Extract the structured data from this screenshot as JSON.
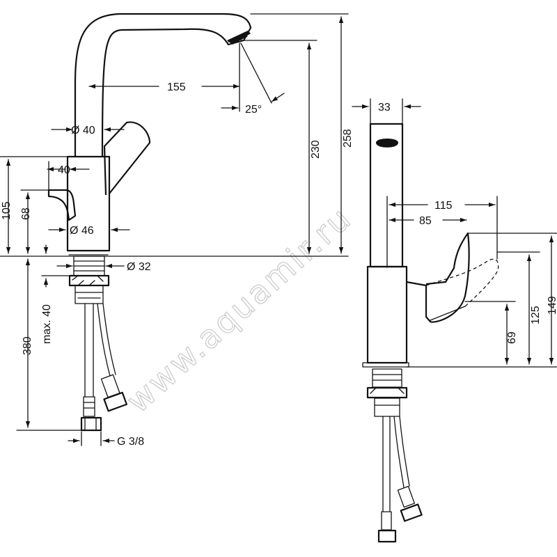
{
  "watermark": "www.aquamir.ru",
  "dimensions": {
    "spout_reach": "155",
    "outlet_angle": "25°",
    "spout_height": "230",
    "total_height": "258",
    "spout_dia": "Ø 40",
    "lever_width": "40",
    "body_height": "105",
    "lever_height": "68",
    "body_dia": "Ø 46",
    "thread_dia": "Ø 32",
    "max_counter": "max. 40",
    "hose_length": "380",
    "connection": "G 3/8",
    "side_width": "33",
    "lever_reach_total": "115",
    "lever_reach": "85",
    "h69": "69",
    "h125": "125",
    "h149": "149"
  }
}
